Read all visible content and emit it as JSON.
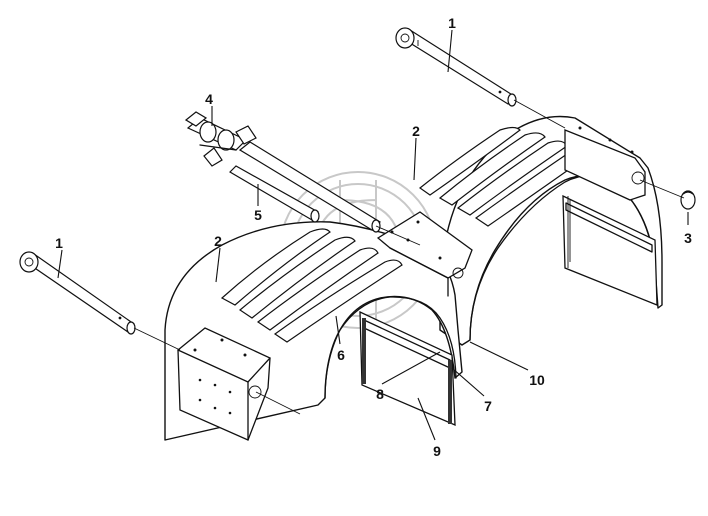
{
  "callouts": [
    {
      "id": "1a",
      "label": "1"
    },
    {
      "id": "1b",
      "label": "1"
    },
    {
      "id": "2a",
      "label": "2"
    },
    {
      "id": "2b",
      "label": "2"
    },
    {
      "id": "3",
      "label": "3"
    },
    {
      "id": "4",
      "label": "4"
    },
    {
      "id": "5",
      "label": "5"
    },
    {
      "id": "6",
      "label": "6"
    },
    {
      "id": "7",
      "label": "7"
    },
    {
      "id": "8",
      "label": "8"
    },
    {
      "id": "9",
      "label": "9"
    },
    {
      "id": "10",
      "label": "10"
    }
  ]
}
